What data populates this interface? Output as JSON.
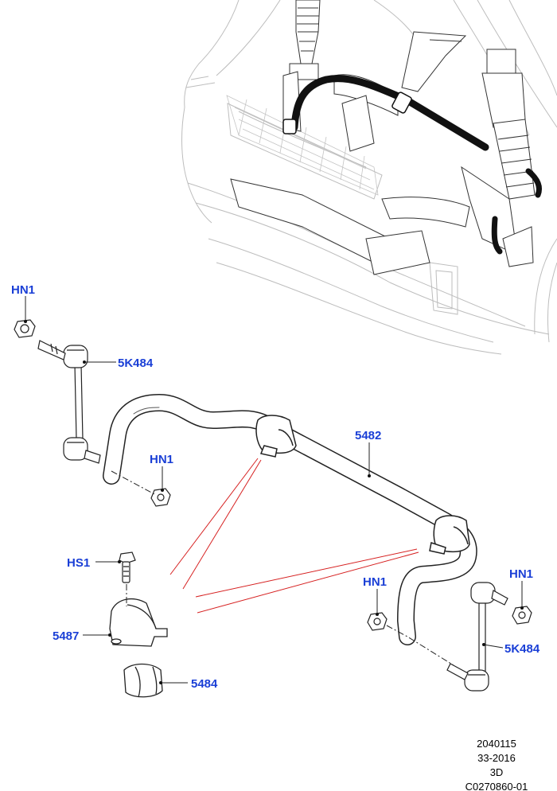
{
  "callouts": {
    "hn1_top_left": "HN1",
    "link_left": "5K484",
    "hn1_mid_left": "HN1",
    "bar": "5482",
    "hs1": "HS1",
    "clamp": "5487",
    "bushing": "5484",
    "hn1_right_center": "HN1",
    "hn1_right": "HN1",
    "link_right": "5K484"
  },
  "reference": {
    "line1": "2040115",
    "line2": "33-2016",
    "line3": "3D",
    "line4": "C0270860-01"
  },
  "colors": {
    "callout_text": "#1a3fd6",
    "leader_red": "#d62020",
    "line_art": "#222222",
    "ghost_art": "#b8b8b8"
  }
}
